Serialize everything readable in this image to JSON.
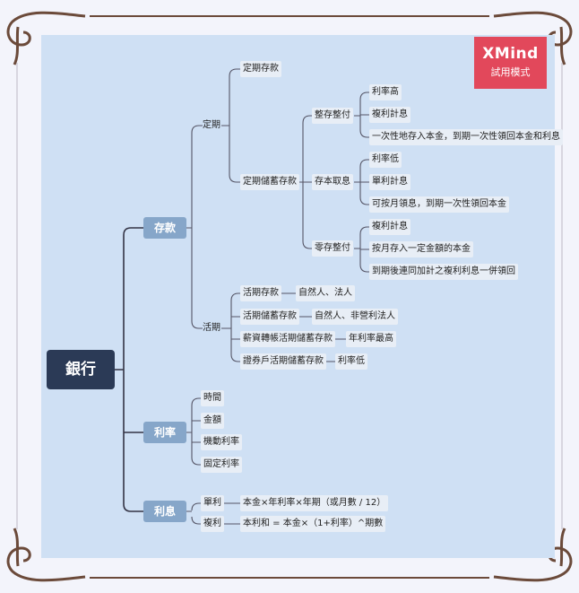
{
  "watermark": {
    "brand": "XMind",
    "mode": "試用模式"
  },
  "root": "銀行",
  "branches": {
    "deposit": "存款",
    "rate": "利率",
    "interest": "利息"
  },
  "deposit": {
    "fixed": "定期",
    "fixed_deposit": "定期存款",
    "fixed_savings": "定期儲蓄存款",
    "lump_sum": "整存整付",
    "lump_sum_items": [
      "利率高",
      "複利計息",
      "一次性地存入本金，到期一次性領回本金和利息"
    ],
    "principal_interest": "存本取息",
    "principal_interest_items": [
      "利率低",
      "單利計息",
      "可按月領息，到期一次性領回本金"
    ],
    "installment": "零存整付",
    "installment_items": [
      "複利計息",
      "按月存入一定金額的本金",
      "到期後連同加計之複利利息一併領回"
    ],
    "demand": "活期",
    "demand_items": [
      {
        "name": "活期存款",
        "note": "自然人、法人"
      },
      {
        "name": "活期儲蓄存款",
        "note": "自然人、非營利法人"
      },
      {
        "name": "薪資轉帳活期儲蓄存款",
        "note": "年利率最高"
      },
      {
        "name": "證券戶活期儲蓄存款",
        "note": "利率低"
      }
    ]
  },
  "rate_items": [
    "時間",
    "金額",
    "機動利率",
    "固定利率"
  ],
  "interest_items": [
    {
      "name": "單利",
      "formula": "本金×年利率×年期（或月數 / 12）"
    },
    {
      "name": "複利",
      "formula": "本利和 = 本金×（1+利率）^期數"
    }
  ]
}
